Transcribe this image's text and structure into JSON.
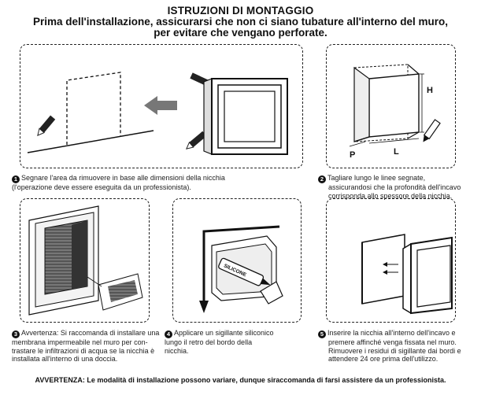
{
  "header": {
    "title": "ISTRUZIONI DI MONTAGGIO",
    "line1": "Prima dell'installazione, assicurarsi che non ci siano tubature all'interno del muro,",
    "line2": "per evitare che vengano perforate."
  },
  "steps": [
    {
      "number": "1",
      "lines": [
        "Segnare l'area da rimuovere in base alle dimensioni della nicchia",
        "(l'operazione deve essere eseguita da un professionista)."
      ]
    },
    {
      "number": "2",
      "lines": [
        "Tagliare lungo le linee segnate,",
        "assicurandosi che la profondità dell'incavo",
        "corrisponda allo spessore della nicchia."
      ]
    },
    {
      "number": "3",
      "lines": [
        "Avvertenza: Si raccomanda di installare una",
        "membrana impermeabile nel muro per con-",
        "trastare le infiltrazioni di acqua se la nicchia è",
        "installata all'interno di una doccia."
      ]
    },
    {
      "number": "4",
      "lines": [
        "Applicare un sigillante siliconico",
        "lungo il retro del bordo della",
        "nicchia."
      ]
    },
    {
      "number": "5",
      "lines": [
        "Inserire la nicchia all'interno dell'incavo e",
        "premere affinché venga fissata nel muro.",
        "Rimuovere i residui di sigillante dai bordi e",
        "attendere 24 ore prima dell'utilizzo."
      ]
    }
  ],
  "diagram_labels": {
    "height": "H",
    "depth": "P",
    "length": "L",
    "silicone": "SILICONE"
  },
  "footer": "AVVERTENZA: Le modalità di installazione possono variare, dunque siraccomanda di farsi assistere da un professionista."
}
